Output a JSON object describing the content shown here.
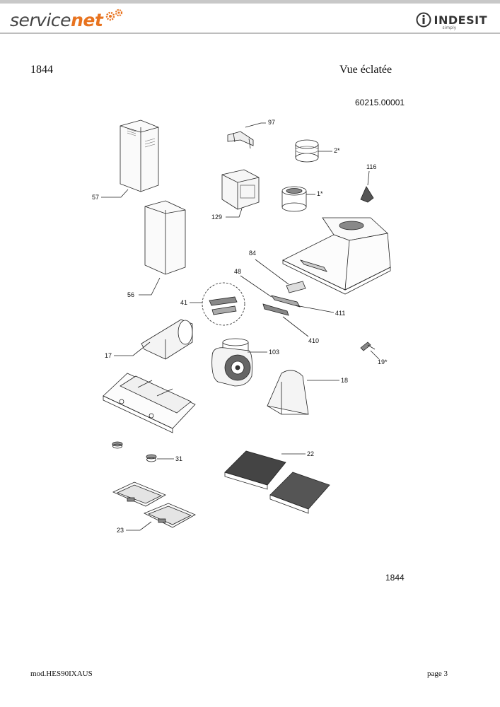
{
  "header": {
    "brand_left": "service",
    "brand_accent": "net",
    "logo_text": "INDESIT",
    "logo_sub": "simply"
  },
  "page": {
    "doc_number": "1844",
    "title": "Vue éclatée",
    "diagram_code": "60215.00001",
    "footer_number": "1844",
    "model": "mod.HES90IXAUS",
    "page_label": "page 3"
  },
  "parts": {
    "p97": "97",
    "p2": "2*",
    "p116": "116",
    "p1": "1*",
    "p57": "57",
    "p129": "129",
    "p84": "84",
    "p48": "48",
    "p411": "411",
    "p56": "56",
    "p41": "41",
    "p410": "410",
    "p103": "103",
    "p19": "19*",
    "p17": "17",
    "p18": "18",
    "p22": "22",
    "p31": "31",
    "p23": "23"
  },
  "colors": {
    "brand_orange": "#e8731f",
    "line": "#222222"
  }
}
